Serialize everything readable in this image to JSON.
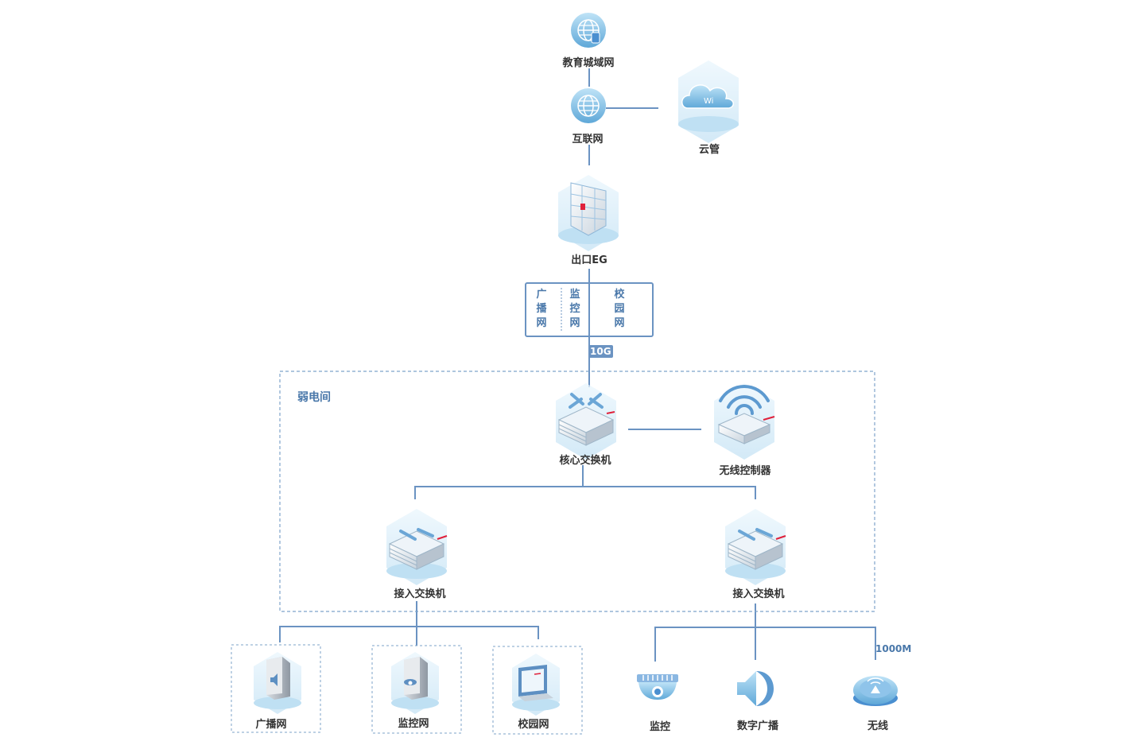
{
  "nodes": {
    "edu_metro": "教育城域网",
    "internet": "互联网",
    "cloud": "云管",
    "egress": "出口EG",
    "core_switch": "核心交换机",
    "wireless_controller": "无线控制器",
    "access_switch_left": "接入交换机",
    "access_switch_right": "接入交换机",
    "broadcast_server": "广播网",
    "monitor_server": "监控网",
    "campus_server": "校园网",
    "camera": "监控",
    "digital_broadcast": "数字广播",
    "wireless_ap": "无线"
  },
  "vlans": [
    "广播网",
    "监控网",
    "校园网"
  ],
  "room_title": "弱电间",
  "links": {
    "uplink_speed": "10G",
    "ap_speed": "1000M"
  },
  "colors": {
    "line": "#6b93c2",
    "accent": "#e0203a"
  }
}
